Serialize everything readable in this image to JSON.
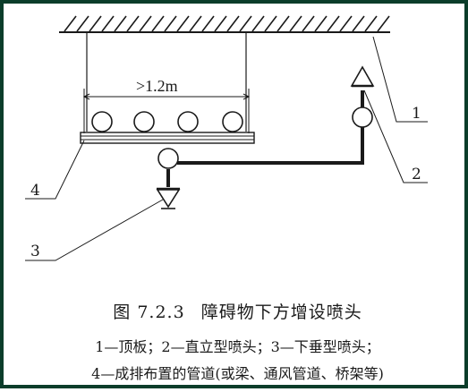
{
  "figure": {
    "dimension_label": ">1.2m",
    "callouts": {
      "c1": "1",
      "c2": "2",
      "c3": "3",
      "c4": "4"
    }
  },
  "caption": {
    "number": "图 7.2.3",
    "title": "障碍物下方增设喷头",
    "legend_line_1": "1—顶板；2—直立型喷头；3—下垂型喷头；",
    "legend_line_2": "4—成排布置的管道(或梁、通风管道、桥架等)"
  },
  "colors": {
    "ink": "#1a1a1a",
    "frame": "#0b3d2a",
    "background": "#ffffff"
  }
}
